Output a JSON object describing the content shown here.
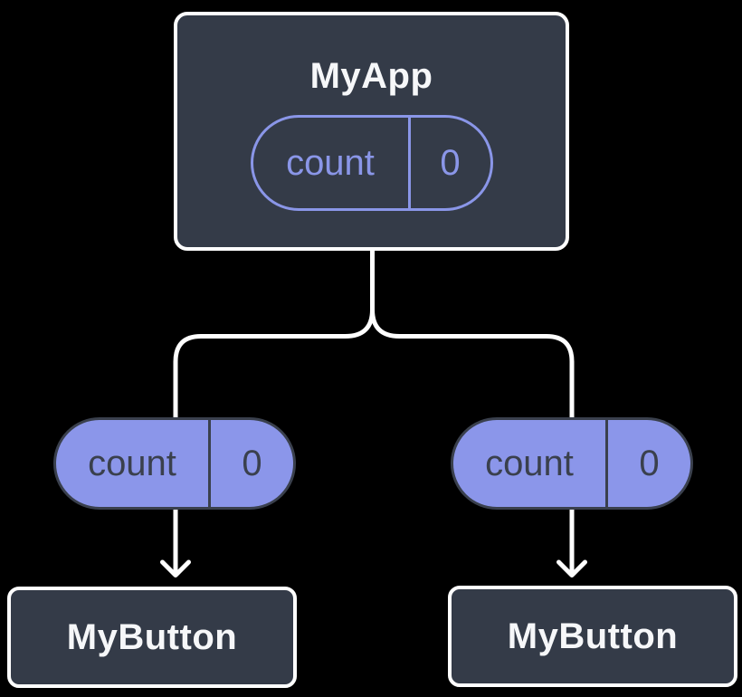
{
  "diagram": {
    "description": "React component tree with state passed down as props",
    "background": "#000000",
    "colors": {
      "node_fill": "#343B48",
      "node_border": "#FFFFFF",
      "node_text": "#F6F7F9",
      "state_pill_stroke": "#8A96E8",
      "prop_pill_fill": "#8B96EA",
      "prop_pill_text": "#3A404D",
      "connector": "#FFFFFF"
    },
    "root": {
      "title": "MyApp",
      "state_pill": {
        "label": "count",
        "value": "0"
      }
    },
    "children": [
      {
        "prop_pill": {
          "label": "count",
          "value": "0"
        },
        "component": {
          "title": "MyButton"
        }
      },
      {
        "prop_pill": {
          "label": "count",
          "value": "0"
        },
        "component": {
          "title": "MyButton"
        }
      }
    ]
  }
}
